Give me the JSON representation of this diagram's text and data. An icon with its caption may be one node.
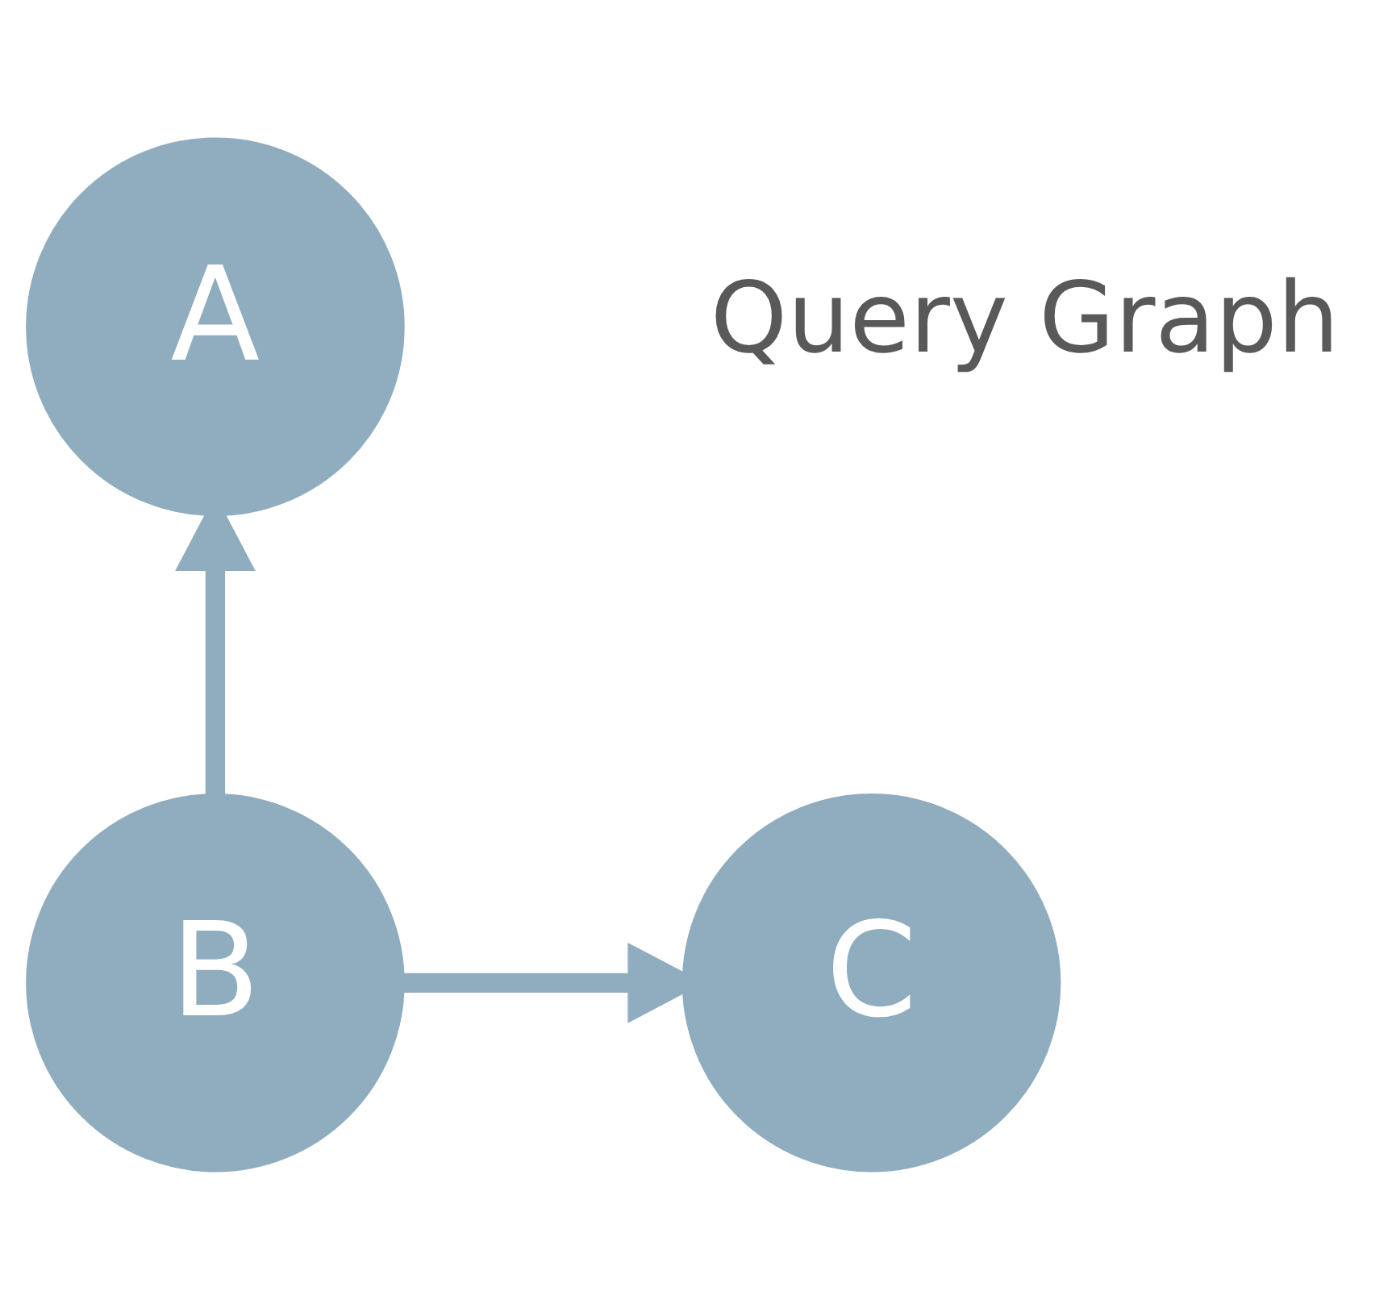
{
  "diagram": {
    "nodes": [
      {
        "text": [
          "A"
        ]
      },
      {
        "text": [
          "B"
        ]
      },
      {
        "text": [
          "C"
        ]
      }
    ],
    "edges": [
      {
        "from": 1,
        "to": 0,
        "arrow": "to"
      },
      {
        "from": 1,
        "to": 2,
        "arrow": "to"
      }
    ],
    "labels": [
      "Query Graph"
    ]
  }
}
